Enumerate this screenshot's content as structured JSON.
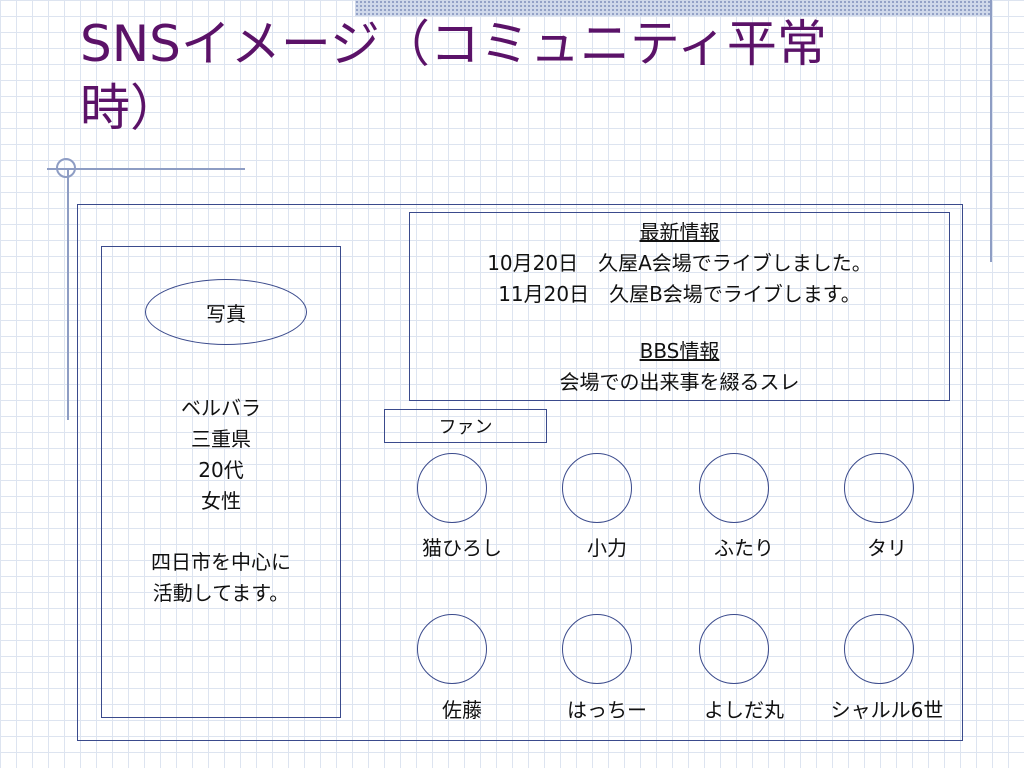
{
  "slide": {
    "title_line1": "SNSイメージ（コミュニティ平常",
    "title_line2": "時）"
  },
  "profile": {
    "photo_label": "写真",
    "name": "ベルバラ",
    "prefecture": "三重県",
    "age": "20代",
    "gender": "女性",
    "bio_line1": "四日市を中心に",
    "bio_line2": "活動してます。"
  },
  "news": {
    "heading": "最新情報",
    "item1": "10月20日　久屋A会場でライブしました。",
    "item2": "11月20日　久屋B会場でライブします。",
    "bbs_heading": "BBS情報",
    "bbs_item": "会場での出来事を綴るスレ"
  },
  "fans": {
    "label": "ファン",
    "row1": [
      "猫ひろし",
      "小力",
      "ふたり",
      "タリ"
    ],
    "row2": [
      "佐藤",
      "はっちー",
      "よしだ丸",
      "シャルル6世"
    ]
  },
  "colors": {
    "title": "#5b1268",
    "border": "#3a4a8c",
    "accent_lines": "#8e9dc4",
    "grid": "#dde4f0"
  }
}
